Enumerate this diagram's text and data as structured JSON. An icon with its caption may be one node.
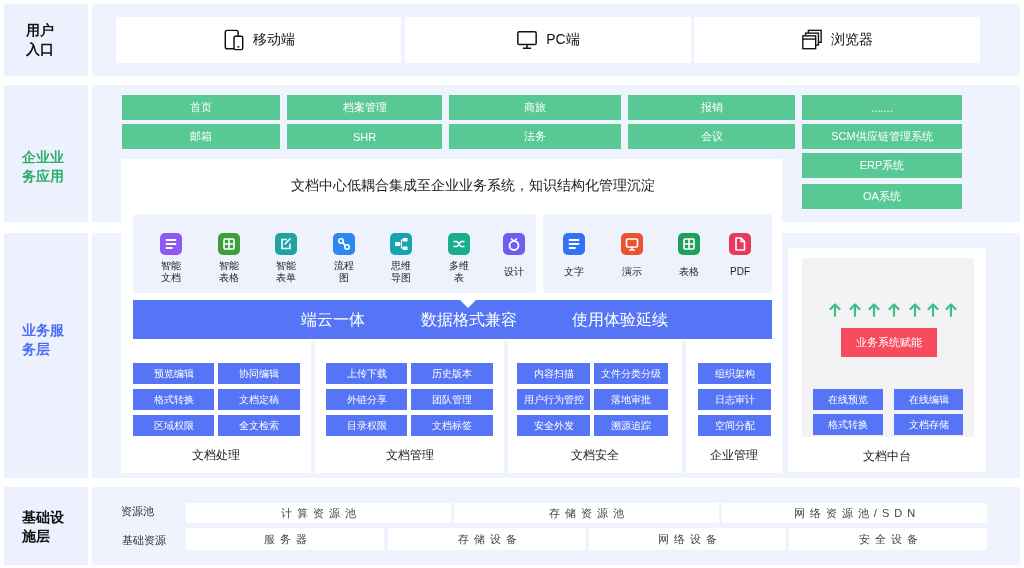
{
  "diagram": {
    "nodes": [
      {
        "text": [
          "用户入口"
        ]
      },
      {
        "text": [
          "移动端"
        ],
        "in": 0
      },
      {
        "text": [
          "PC端"
        ],
        "in": 0
      },
      {
        "text": [
          "浏览器"
        ],
        "in": 0
      },
      {
        "text": [
          "企业业务应用"
        ]
      },
      {
        "text": [],
        "shape": "box"
      },
      {
        "text": [
          "首页"
        ],
        "in": 5
      },
      {
        "text": [
          "档案管理"
        ],
        "in": 5
      },
      {
        "text": [
          "商旅"
        ],
        "in": 5
      },
      {
        "text": [
          "报销"
        ],
        "in": 5
      },
      {
        "text": [
          "......."
        ],
        "in": 5
      },
      {
        "text": [
          "邮箱"
        ],
        "in": 5
      },
      {
        "text": [
          "SHR"
        ],
        "in": 5
      },
      {
        "text": [
          "法务"
        ],
        "in": 5
      },
      {
        "text": [
          "会议"
        ],
        "in": 5
      },
      {
        "text": [
          "SCM供应链管理系统"
        ],
        "in": 5
      },
      {
        "text": [
          "ERP系统"
        ],
        "in": 5
      },
      {
        "text": [
          "OA系统"
        ],
        "in": 5
      },
      {
        "text": [
          "文档中心低耦合集成至企业业务系统，知识结构化管理沉淀"
        ],
        "in": 5
      },
      {
        "text": [
          "智能文档",
          "智能表格",
          "智能表单",
          "流程图",
          "思维导图",
          "多维表",
          "设计"
        ],
        "in": 18
      },
      {
        "text": [
          "文字",
          "演示",
          "表格",
          "PDF"
        ],
        "in": 18
      },
      {
        "text": [
          "端云一体",
          "数据格式兼容",
          "使用体验延续"
        ],
        "in": 18
      },
      {
        "text": [
          "文档处理"
        ],
        "in": 18
      },
      {
        "text": [
          "预览编辑"
        ],
        "in": 22
      },
      {
        "text": [
          "协同编辑"
        ],
        "in": 22
      },
      {
        "text": [
          "格式转换"
        ],
        "in": 22
      },
      {
        "text": [
          "文档定稿"
        ],
        "in": 22
      },
      {
        "text": [
          "区域权限"
        ],
        "in": 22
      },
      {
        "text": [
          "全文检索"
        ],
        "in": 22
      },
      {
        "text": [
          "文档管理"
        ],
        "in": 18
      },
      {
        "text": [
          "上传下载"
        ],
        "in": 29
      },
      {
        "text": [
          "历史版本"
        ],
        "in": 29
      },
      {
        "text": [
          "外链分享"
        ],
        "in": 29
      },
      {
        "text": [
          "团队管理"
        ],
        "in": 29
      },
      {
        "text": [
          "目录权限"
        ],
        "in": 29
      },
      {
        "text": [
          "文档标签"
        ],
        "in": 29
      },
      {
        "text": [
          "文档安全"
        ],
        "in": 18
      },
      {
        "text": [
          "内容扫描"
        ],
        "in": 36
      },
      {
        "text": [
          "文件分类分级"
        ],
        "in": 36
      },
      {
        "text": [
          "用户行为管控"
        ],
        "in": 36
      },
      {
        "text": [
          "落地审批"
        ],
        "in": 36
      },
      {
        "text": [
          "安全外发"
        ],
        "in": 36
      },
      {
        "text": [
          "溯源追踪"
        ],
        "in": 36
      },
      {
        "text": [
          "企业管理"
        ],
        "in": 18
      },
      {
        "text": [
          "组织架构"
        ],
        "in": 43
      },
      {
        "text": [
          "日志审计"
        ],
        "in": 43
      },
      {
        "text": [
          "空间分配"
        ],
        "in": 43
      },
      {
        "text": [
          "业务服务层"
        ]
      },
      {
        "text": [
          "文档中台"
        ],
        "in": 5
      },
      {
        "text": [],
        "shape": "box",
        "in": 48
      },
      {
        "text": [
          "业务系统赋能"
        ],
        "in": 49
      },
      {
        "text": [
          "在线预览"
        ],
        "in": 49
      },
      {
        "text": [
          "在线编辑"
        ],
        "in": 49
      },
      {
        "text": [
          "格式转换"
        ],
        "in": 49
      },
      {
        "text": [
          "文档存储"
        ],
        "in": 49
      },
      {
        "text": [
          "基础设施层",
          "资源池",
          "基础资源"
        ]
      },
      {
        "text": [
          "计算资源池"
        ],
        "in": 55
      },
      {
        "text": [
          "存储资源池"
        ],
        "in": 55
      },
      {
        "text": [
          "网络资源池/SDN"
        ],
        "in": 55
      },
      {
        "text": [
          "服务器"
        ],
        "in": 55
      },
      {
        "text": [
          "存储设备"
        ],
        "in": 55
      },
      {
        "text": [
          "网络设备"
        ],
        "in": 55
      },
      {
        "text": [
          "安全设备"
        ],
        "in": 55
      }
    ]
  }
}
